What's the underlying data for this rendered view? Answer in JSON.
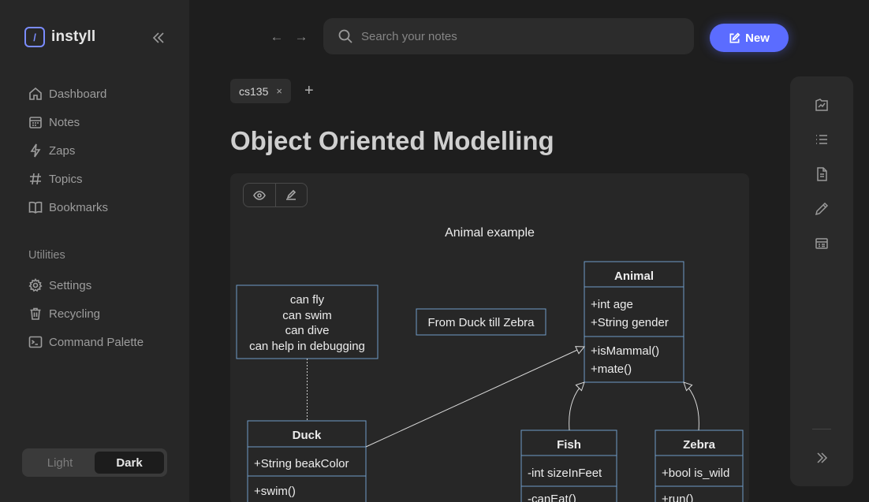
{
  "app": {
    "name": "instyll",
    "logo_glyph": "/"
  },
  "sidebar": {
    "items": [
      {
        "label": "Dashboard",
        "icon": "home-icon"
      },
      {
        "label": "Notes",
        "icon": "calendar-icon"
      },
      {
        "label": "Zaps",
        "icon": "bolt-icon"
      },
      {
        "label": "Topics",
        "icon": "hash-icon"
      },
      {
        "label": "Bookmarks",
        "icon": "book-icon"
      }
    ],
    "utilities_heading": "Utilities",
    "utilities": [
      {
        "label": "Settings",
        "icon": "gear-icon"
      },
      {
        "label": "Recycling",
        "icon": "trash-icon"
      },
      {
        "label": "Command Palette",
        "icon": "terminal-icon"
      }
    ],
    "theme": {
      "light_label": "Light",
      "dark_label": "Dark",
      "selected": "Dark"
    }
  },
  "topbar": {
    "back": "←",
    "forward": "→",
    "search_placeholder": "Search your notes",
    "new_label": "New"
  },
  "tabs": [
    {
      "label": "cs135",
      "close": "×"
    }
  ],
  "add_tab": "+",
  "page_title": "Object Oriented Modelling",
  "diagram": {
    "title": "Animal example",
    "note_text": [
      "can fly",
      "can swim",
      "can dive",
      "can help in debugging"
    ],
    "label_box": "From Duck till Zebra",
    "classes": {
      "animal": {
        "name": "Animal",
        "attributes": [
          "+int age",
          "+String gender"
        ],
        "methods": [
          "+isMammal()",
          "+mate()"
        ]
      },
      "duck": {
        "name": "Duck",
        "attributes": [
          "+String beakColor"
        ],
        "methods": [
          "+swim()"
        ]
      },
      "fish": {
        "name": "Fish",
        "attributes": [
          "-int sizeInFeet"
        ],
        "methods": [
          "-canEat()"
        ]
      },
      "zebra": {
        "name": "Zebra",
        "attributes": [
          "+bool is_wild"
        ],
        "methods": [
          "+run()"
        ]
      }
    }
  },
  "colors": {
    "accent": "#5b6cff",
    "diagram_stroke": "#6f9bc7",
    "background": "#1e1e1e",
    "sidebar": "#272727"
  }
}
